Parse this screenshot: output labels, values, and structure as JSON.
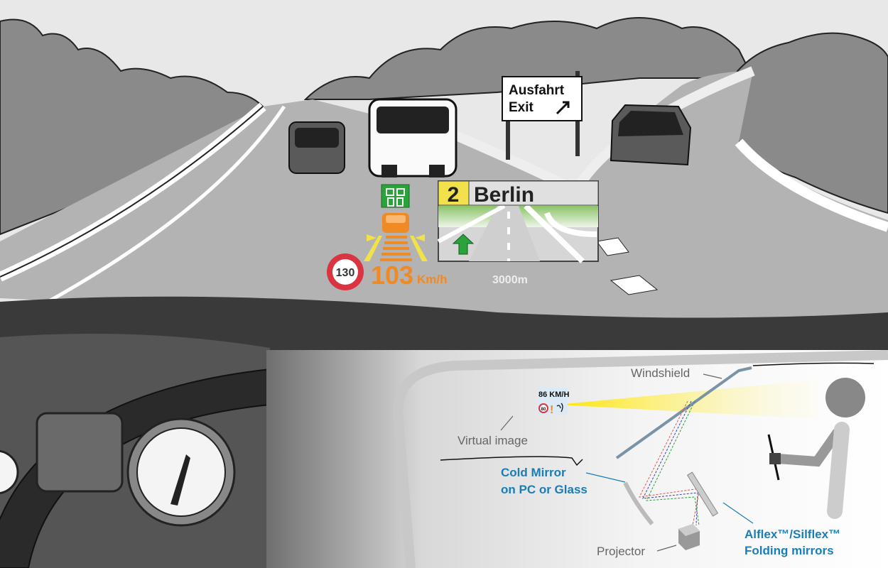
{
  "scene": {
    "exit_sign": {
      "line1": "Ausfahrt",
      "line2": "Exit",
      "icon": "arrow-up-right-icon"
    },
    "hud": {
      "route_number": "2",
      "destination": "Berlin",
      "distance": "3000m",
      "speed_limit": "130",
      "speed": "103",
      "speed_unit": "Km/h",
      "icons": [
        "lane-assist-icon",
        "vehicle-ahead-icon",
        "straight-arrow-icon",
        "parking-grid-icon"
      ]
    }
  },
  "diagram": {
    "windshield_label": "Windshield",
    "virtual_image_label": "Virtual image",
    "virtual_image": {
      "speed": "86 KM/H",
      "limit": "80"
    },
    "cold_mirror_label": {
      "line1": "Cold Mirror",
      "line2": "on PC or Glass"
    },
    "folding_mirrors_label": {
      "line1": "Alflex™/Silflex™",
      "line2": "Folding mirrors"
    },
    "projector_label": "Projector"
  },
  "colors": {
    "accent_blue": "#1a7db5",
    "hud_orange": "#f08a24",
    "hud_green": "#2aa33a",
    "hud_yellow": "#f2e14a",
    "limit_red": "#d9343f"
  }
}
